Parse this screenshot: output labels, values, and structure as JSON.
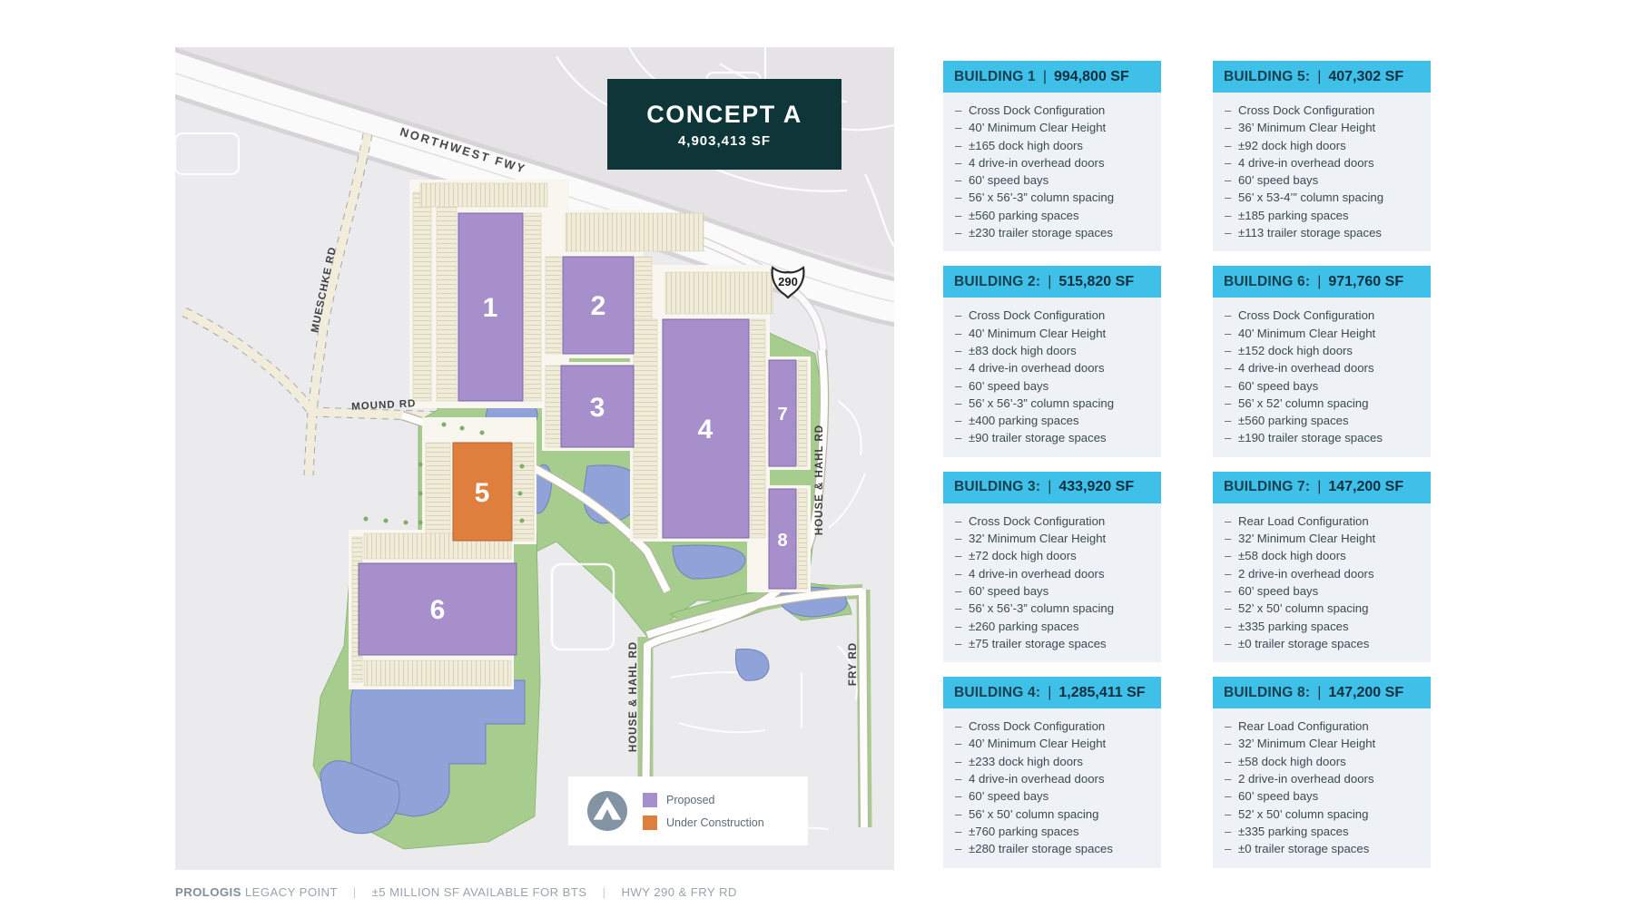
{
  "concept": {
    "title": "CONCEPT A",
    "total_sf": "4,903,413 SF"
  },
  "map": {
    "labels": {
      "freeway": "NORTHWEST FWY",
      "mueschke": "MUESCHKE RD",
      "mound": "MOUND RD",
      "house_hahl_east": "HOUSE & HAHL RD",
      "house_hahl_south": "HOUSE & HAHL RD",
      "fry": "FRY RD",
      "highway_shield": "290"
    },
    "buildings": [
      {
        "number": "1",
        "status": "proposed"
      },
      {
        "number": "2",
        "status": "proposed"
      },
      {
        "number": "3",
        "status": "proposed"
      },
      {
        "number": "4",
        "status": "proposed"
      },
      {
        "number": "5",
        "status": "under-construction"
      },
      {
        "number": "6",
        "status": "proposed"
      },
      {
        "number": "7",
        "status": "proposed"
      },
      {
        "number": "8",
        "status": "proposed"
      }
    ]
  },
  "legend": {
    "items": [
      {
        "label": "Proposed",
        "color": "#a78fcc"
      },
      {
        "label": "Under Construction",
        "color": "#df7f3e"
      }
    ]
  },
  "cards_separator": "|",
  "spec_bullet": "–",
  "cards": [
    {
      "name": "BUILDING 1",
      "sf": "994,800 SF",
      "specs": [
        "Cross Dock Configuration",
        "40’ Minimum Clear Height",
        "±165 dock high doors",
        "4 drive-in overhead doors",
        "60’ speed bays",
        "56’ x 56’-3” column spacing",
        "±560 parking spaces",
        "±230 trailer storage spaces"
      ]
    },
    {
      "name": "BUILDING 2:",
      "sf": "515,820 SF",
      "specs": [
        "Cross Dock Configuration",
        "40’ Minimum Clear Height",
        "±83 dock high doors",
        "4 drive-in overhead doors",
        "60’ speed bays",
        "56’ x 56’-3” column spacing",
        "±400 parking spaces",
        "±90 trailer storage spaces"
      ]
    },
    {
      "name": "BUILDING 3:",
      "sf": "433,920 SF",
      "specs": [
        "Cross Dock Configuration",
        "32’ Minimum Clear Height",
        "±72 dock high doors",
        "4 drive-in overhead doors",
        "60’ speed bays",
        "56’ x 56’-3” column spacing",
        "±260 parking spaces",
        "±75 trailer storage spaces"
      ]
    },
    {
      "name": "BUILDING 4:",
      "sf": "1,285,411 SF",
      "specs": [
        "Cross Dock Configuration",
        "40’ Minimum Clear Height",
        "±233 dock high doors",
        "4 drive-in overhead doors",
        "60’ speed bays",
        "56’ x 50’ column spacing",
        "±760 parking spaces",
        "±280 trailer storage spaces"
      ]
    },
    {
      "name": "BUILDING 5:",
      "sf": "407,302 SF",
      "specs": [
        "Cross Dock Configuration",
        "36’ Minimum Clear Height",
        "±92 dock high doors",
        "4 drive-in overhead doors",
        "60’ speed bays",
        "56’ x 53-4’” column spacing",
        "±185 parking spaces",
        "±113 trailer storage spaces"
      ]
    },
    {
      "name": "BUILDING 6:",
      "sf": "971,760 SF",
      "specs": [
        "Cross Dock Configuration",
        "40’ Minimum Clear Height",
        "±152 dock high doors",
        "4 drive-in overhead doors",
        "60’ speed bays",
        "56’ x 52’ column spacing",
        "±560 parking spaces",
        "±190 trailer storage spaces"
      ]
    },
    {
      "name": "BUILDING 7:",
      "sf": "147,200 SF",
      "specs": [
        "Rear Load Configuration",
        "32’ Minimum Clear Height",
        "±58 dock high doors",
        "2 drive-in overhead doors",
        "60’ speed bays",
        "52’ x 50’ column spacing",
        "±335 parking spaces",
        "±0 trailer storage spaces"
      ]
    },
    {
      "name": "BUILDING 8:",
      "sf": "147,200 SF",
      "specs": [
        "Rear Load Configuration",
        "32’ Minimum Clear Height",
        "±58 dock high doors",
        "2 drive-in overhead doors",
        "60’ speed bays",
        "52’ x 50’ column spacing",
        "±335 parking spaces",
        "±0 trailer storage spaces"
      ]
    }
  ],
  "footer": {
    "brand": "PROLOGIS",
    "project": "LEGACY POINT",
    "separator": "|",
    "availability": "±5 MILLION SF AVAILABLE FOR BTS",
    "location": "HWY 290 & FRY RD"
  },
  "colors": {
    "card_header": "#3fc0e9",
    "card_body": "#eef2f6",
    "proposed": "#a78fcc",
    "under_construction": "#df7f3e",
    "concept_box": "#0e3537",
    "water": "#90a3d8",
    "green": "#a6cd8e"
  }
}
